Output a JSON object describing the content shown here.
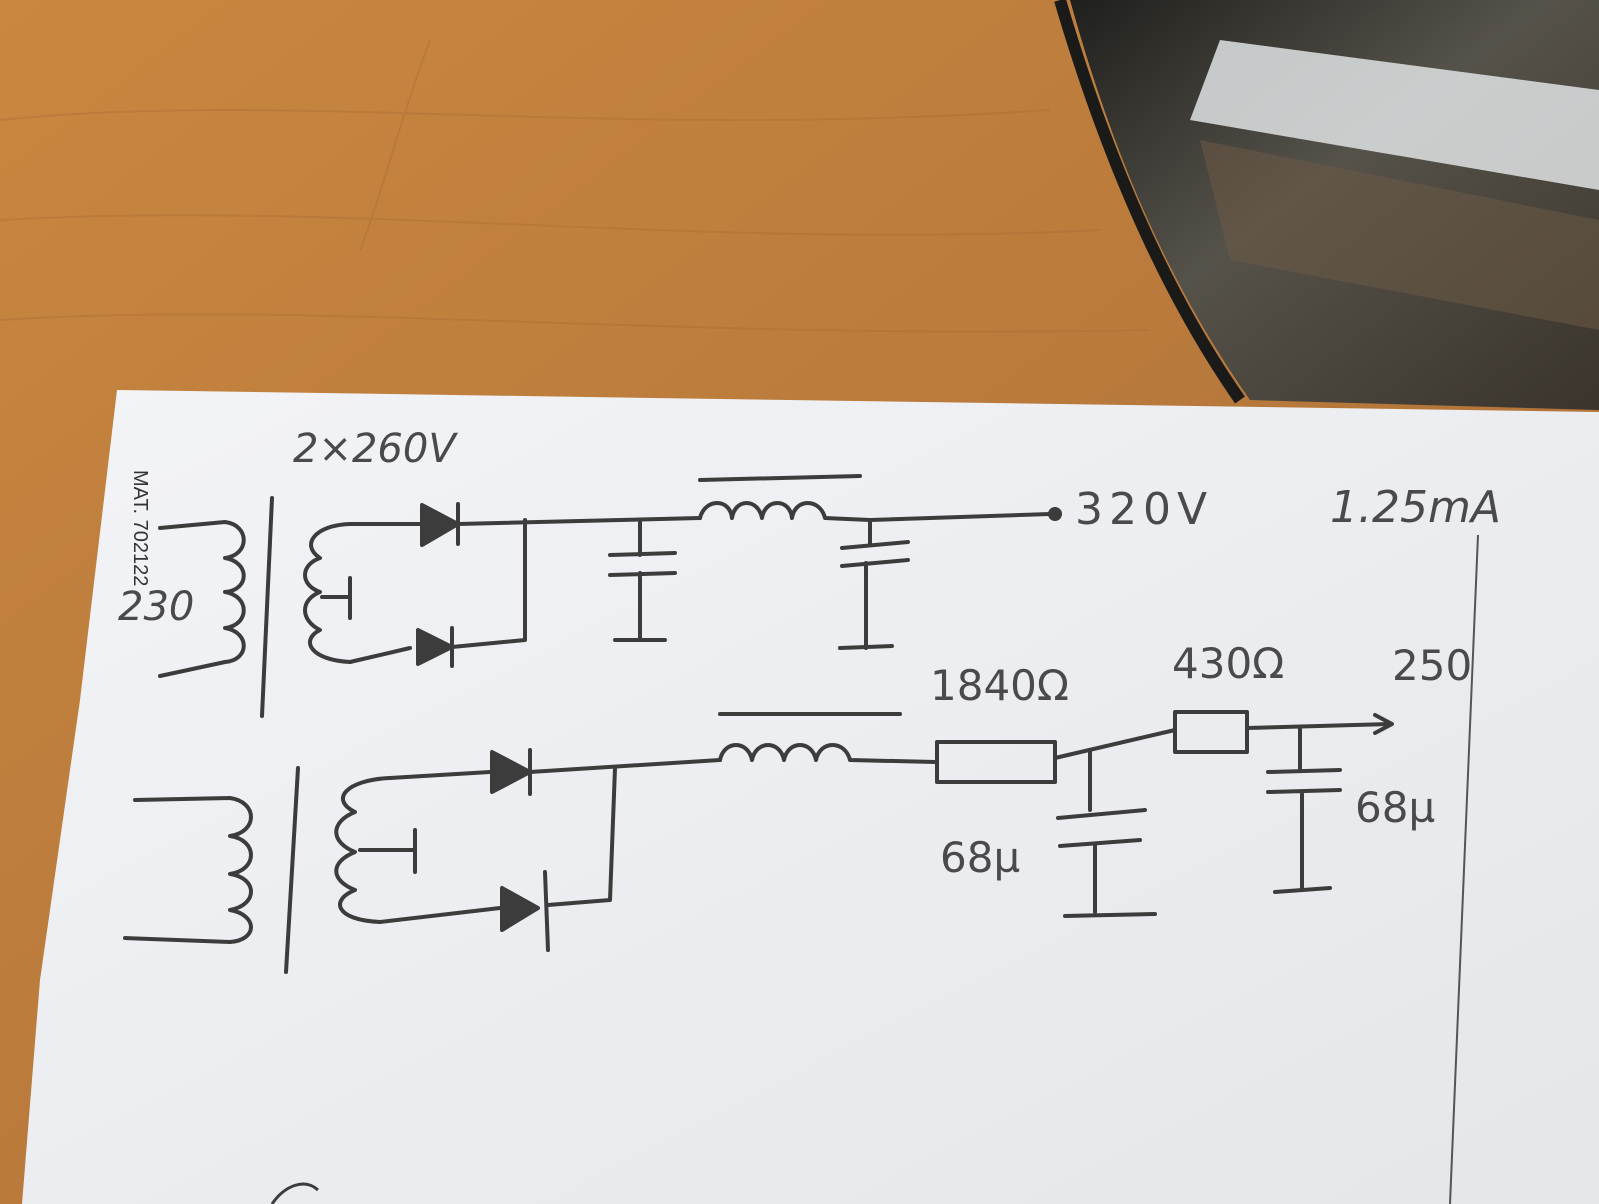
{
  "sheet": {
    "printed_code": "MAT. 702122"
  },
  "schematic": {
    "upper_circuit": {
      "primary_label": "230",
      "secondary_label": "2×260V",
      "output_voltage": "320V",
      "output_current": "1.25mA"
    },
    "lower_circuit": {
      "resistor_1": "1840Ω",
      "resistor_2": "430Ω",
      "output_label": "250",
      "capacitor_1": "68µ",
      "capacitor_2": "68µ"
    }
  },
  "colors": {
    "table_wood": "#b87a3f",
    "paper": "#eef0f4",
    "pencil": "#3c3c3c",
    "mirror_dark": "#2a2a26"
  }
}
